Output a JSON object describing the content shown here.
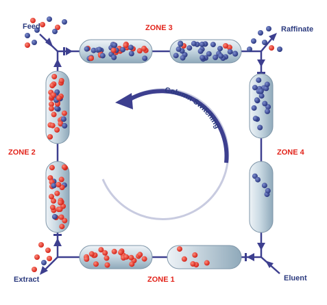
{
  "labels": {
    "zone1": "ZONE 1",
    "zone2": "ZONE 2",
    "zone3": "ZONE 3",
    "zone4": "ZONE 4",
    "feed": "Feed",
    "raffinate": "Raffinate",
    "extract": "Extract",
    "eluent": "Eluent",
    "switching": "Column Switching"
  },
  "colors": {
    "pipe": "#3d3f8f",
    "red_particle": "#e2231a",
    "blue_particle": "#2b3a8f",
    "zone_text": "#e2231a",
    "port_text": "#2b3a7e"
  }
}
